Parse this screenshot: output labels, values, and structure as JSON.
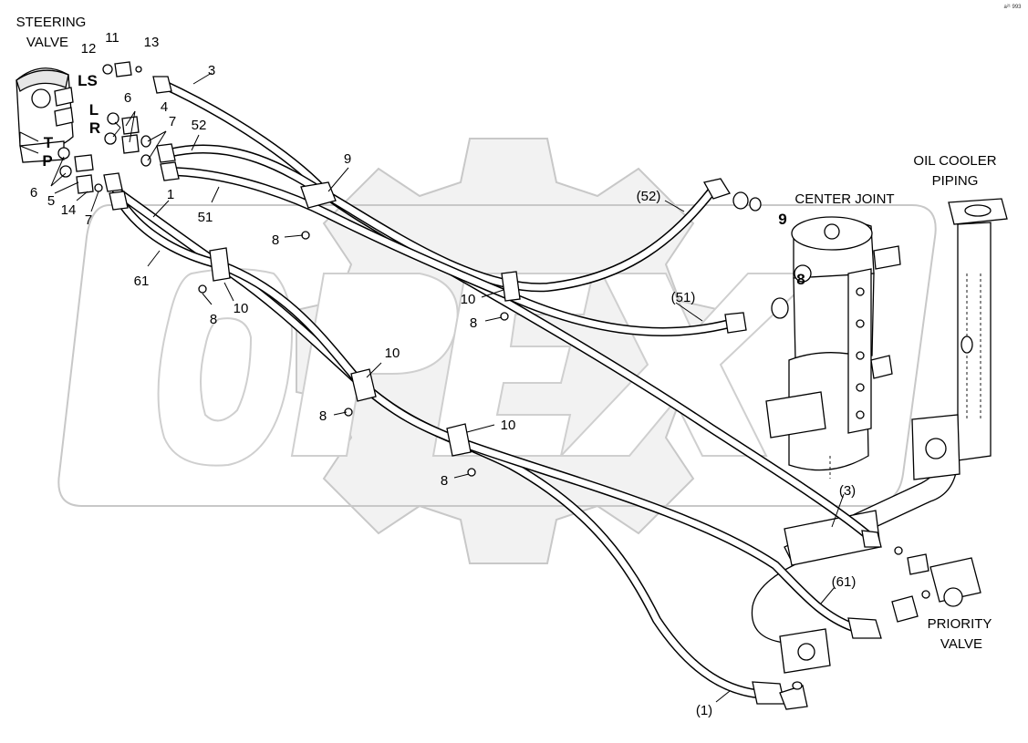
{
  "labels": {
    "steering_valve": [
      "STEERING",
      "VALVE"
    ],
    "oil_cooler_piping": [
      "OIL COOLER",
      "PIPING"
    ],
    "center_joint": "CENTER JOINT",
    "priority_valve": [
      "PRIORITY",
      "VALVE"
    ],
    "port_ls": "LS",
    "port_l": "L",
    "port_r": "R",
    "port_t": "T",
    "port_p": "P",
    "corner_code": "a²¹ 993"
  },
  "callouts": {
    "c12": "12",
    "c11": "11",
    "c13": "13",
    "c3": "3",
    "c6a": "6",
    "c4": "4",
    "c7a": "7",
    "c52": "52",
    "c6b": "6",
    "c5": "5",
    "c14": "14",
    "c7b": "7",
    "c1": "1",
    "c51": "51",
    "c61": "61",
    "c9a": "9",
    "c8a": "8",
    "c8b": "8",
    "c10a": "10",
    "c10b": "10",
    "c8c": "8",
    "c10c": "10",
    "c8d": "8",
    "c10d": "10",
    "c8e": "8",
    "c52p": "(52)",
    "c9b": "9",
    "c8cj": "8",
    "c51p": "(51)",
    "c3p": "(3)",
    "c61p": "(61)",
    "c1p": "(1)"
  },
  "watermark": {
    "text": "OPEX"
  }
}
